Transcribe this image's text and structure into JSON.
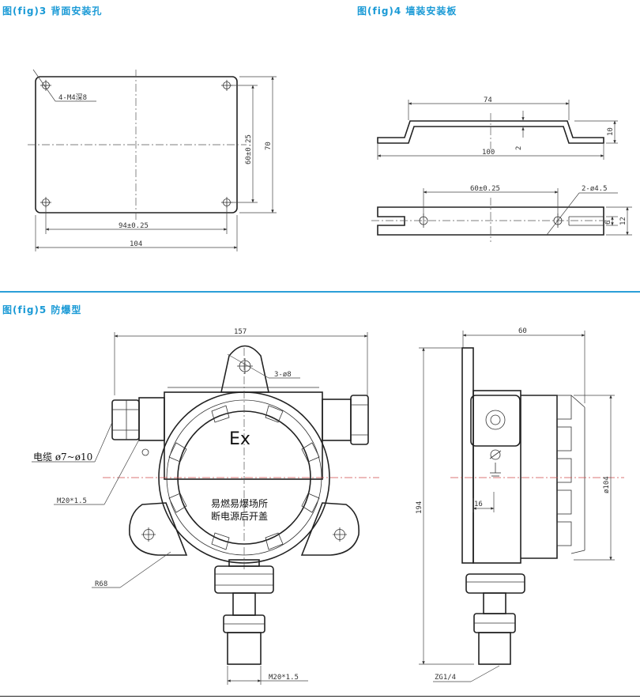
{
  "sections": {
    "fig3": {
      "title": "图(fig)3  背面安装孔"
    },
    "fig4": {
      "title": "图(fig)4  墙装安装板"
    },
    "fig5": {
      "title": "图(fig)5  防爆型"
    }
  },
  "fig3": {
    "hole_label": "4-M4深8",
    "dim_inner_width": "94±0.25",
    "dim_outer_width": "104",
    "dim_inner_height": "60±0.25",
    "dim_outer_height": "70"
  },
  "fig4": {
    "dim_top_width": "74",
    "dim_bottom_width": "100",
    "dim_height": "10",
    "dim_thickness": "2",
    "dim_hole_spacing": "60±0.25",
    "hole_label": "2-ø4.5",
    "dim_slot": "6",
    "dim_plate": "12"
  },
  "fig5": {
    "dim_width": "157",
    "lug_label": "3-ø8",
    "ex_mark": "Ex",
    "cable_label": "电缆 ø7~ø10",
    "thread_label_left": "M20*1.5",
    "warning_line1": "易燃易爆场所",
    "warning_line2": "断电源后开盖",
    "radius_label": "R68",
    "thread_label_bottom": "M20*1.5",
    "side_dim_depth": "60",
    "side_dim_height": "194",
    "side_dim_dia": "ø104",
    "side_dim_16": "16",
    "side_thread_label": "ZG1/4"
  }
}
